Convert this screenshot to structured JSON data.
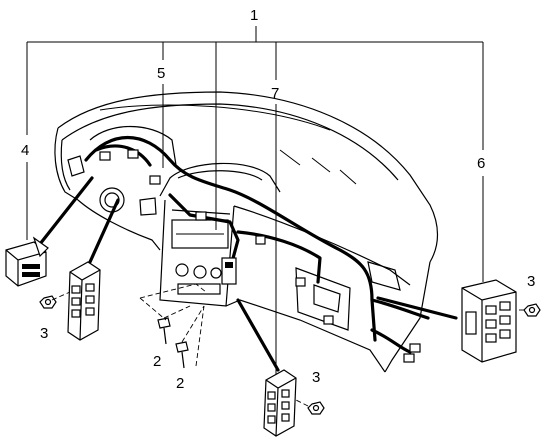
{
  "diagram": {
    "callouts": {
      "c1": "1",
      "c2a": "2",
      "c2b": "2",
      "c3a": "3",
      "c3b": "3",
      "c3c": "3",
      "c4": "4",
      "c5": "5",
      "c6": "6",
      "c7": "7"
    }
  }
}
